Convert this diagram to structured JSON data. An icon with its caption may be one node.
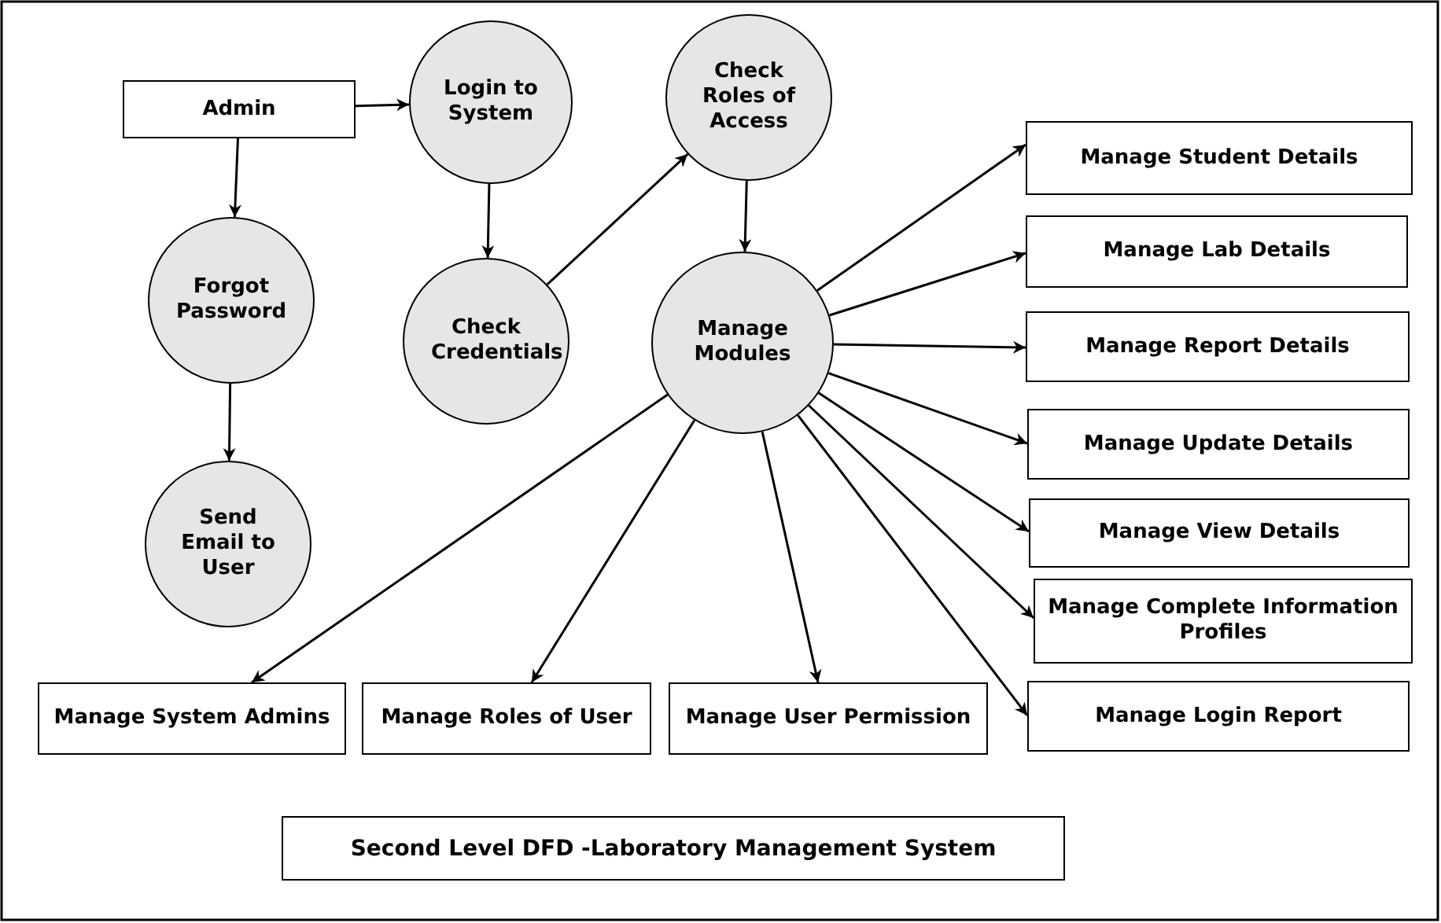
{
  "diagram": {
    "title": "Second Level DFD -Laboratory Management System",
    "nodes": [
      {
        "text": [
          "Admin"
        ]
      },
      {
        "text": [
          "Login to System"
        ]
      },
      {
        "text": [
          "Check Roles of Access"
        ]
      },
      {
        "text": [
          "Forgot Password"
        ]
      },
      {
        "text": [
          "Check Credentials"
        ]
      },
      {
        "text": [
          "Manage Modules"
        ]
      },
      {
        "text": [
          "Send Email to User"
        ]
      },
      {
        "text": [
          "Manage Student Details"
        ]
      },
      {
        "text": [
          "Manage Lab Details"
        ]
      },
      {
        "text": [
          "Manage Report Details"
        ]
      },
      {
        "text": [
          "Manage Update Details"
        ]
      },
      {
        "text": [
          "Manage View Details"
        ]
      },
      {
        "text": [
          "Manage Complete Information Profiles"
        ]
      },
      {
        "text": [
          "Manage Login  Report"
        ]
      },
      {
        "text": [
          "Manage System Admins"
        ]
      },
      {
        "text": [
          "Manage Roles of User"
        ]
      },
      {
        "text": [
          "Manage User Permission"
        ]
      }
    ],
    "edges": [
      {
        "from": 0,
        "to": 1,
        "arrow": "to"
      },
      {
        "from": 0,
        "to": 3,
        "arrow": "to"
      },
      {
        "from": 1,
        "to": 4,
        "arrow": "to"
      },
      {
        "from": 4,
        "to": 2,
        "arrow": "to"
      },
      {
        "from": 2,
        "to": 5,
        "arrow": "to"
      },
      {
        "from": 3,
        "to": 6,
        "arrow": "to"
      },
      {
        "from": 5,
        "to": 7,
        "arrow": "to"
      },
      {
        "from": 5,
        "to": 8,
        "arrow": "to"
      },
      {
        "from": 5,
        "to": 9,
        "arrow": "to"
      },
      {
        "from": 5,
        "to": 10,
        "arrow": "to"
      },
      {
        "from": 5,
        "to": 11,
        "arrow": "to"
      },
      {
        "from": 5,
        "to": 12,
        "arrow": "to"
      },
      {
        "from": 5,
        "to": 13,
        "arrow": "to"
      },
      {
        "from": 5,
        "to": 14,
        "arrow": "to"
      },
      {
        "from": 5,
        "to": 15,
        "arrow": "to"
      },
      {
        "from": 5,
        "to": 16,
        "arrow": "to"
      }
    ]
  }
}
